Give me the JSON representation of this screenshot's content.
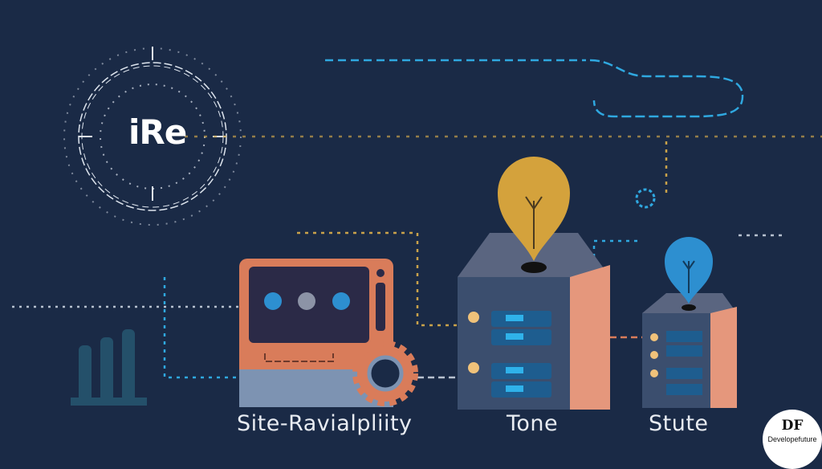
{
  "logo": {
    "text": "iRe"
  },
  "labels": {
    "left": "Site-Ravialpliity",
    "middle": "Tone",
    "right": "Stute"
  },
  "badge": {
    "mark": "DF",
    "name": "Developefuture"
  },
  "colors": {
    "background": "#1a2a46",
    "orange": "#d97c5a",
    "bulb_yellow": "#d4a23c",
    "bulb_blue": "#2d8fd0",
    "server_gray": "#5a6580",
    "accent_blue": "#2fa8e0"
  }
}
